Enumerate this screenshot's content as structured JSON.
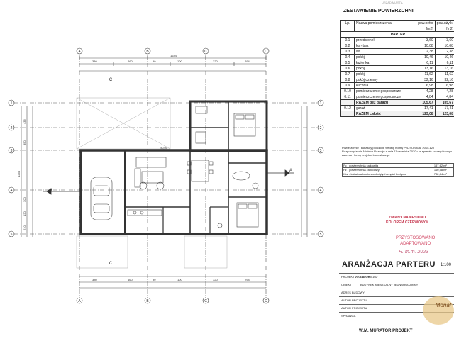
{
  "summary": {
    "title": "ZESTAWIENIE POWIERZCHNI",
    "stamp_top": "URZĄD MIASTA",
    "col_lp": "Lp.",
    "col_name": "Nazwa pomieszczenia",
    "col_netto": "pow.netto",
    "col_uzytkowa": "pow.użytk.",
    "unit_netto": "[m2]",
    "unit_uzytkowa": "[m2]",
    "section": "PARTER",
    "rooms": [
      {
        "no": "0.1",
        "name": "przedsionek",
        "netto": "3,60",
        "uzyt": "3,60"
      },
      {
        "no": "0.2",
        "name": "korytarz",
        "netto": "10,08",
        "uzyt": "10,08"
      },
      {
        "no": "0.3",
        "name": "wc",
        "netto": "2,38",
        "uzyt": "2,38"
      },
      {
        "no": "0.4",
        "name": "pokój",
        "netto": "10,46",
        "uzyt": "10,46"
      },
      {
        "no": "0.5",
        "name": "łazienka",
        "netto": "6,11",
        "uzyt": "6,11"
      },
      {
        "no": "0.6",
        "name": "pokój",
        "netto": "13,16",
        "uzyt": "13,16"
      },
      {
        "no": "0.7",
        "name": "pokój",
        "netto": "11,62",
        "uzyt": "11,62"
      },
      {
        "no": "0.8",
        "name": "pokój dzienny",
        "netto": "32,16",
        "uzyt": "32,16"
      },
      {
        "no": "0.9",
        "name": "kuchnia",
        "netto": "6,98",
        "uzyt": "6,98"
      },
      {
        "no": "0.10",
        "name": "pomieszczenie gospodarcze",
        "netto": "4,28",
        "uzyt": "4,28"
      },
      {
        "no": "0.11",
        "name": "pomieszczenie gospodarcze",
        "netto": "4,84",
        "uzyt": "4,84"
      }
    ],
    "sum1_label": "RAZEM bez garażu",
    "sum1_netto": "105,67",
    "sum1_uzyt": "105,67",
    "garage": {
      "no": "0.12",
      "name": "garaż",
      "netto": "17,41",
      "uzyt": "17,41"
    },
    "sum2_label": "RAZEM całość",
    "sum2_netto": "123,08",
    "sum2_uzyt": "123,08"
  },
  "notes": "Powierzchnie i kubatury policzone według normy PN-ISO 9836: 2015-12 i Rozporządzenia Ministra Rozwoju z dnia 11 września 2020 r. w sprawie szczegółowego zakresu i formy projektu budowlanego",
  "areas": [
    {
      "label": "Pc - powierzchnia całkowita",
      "value": "157,62 m²"
    },
    {
      "label": "Pz - powierzchnia zabudowy",
      "value": "160,58 m²"
    },
    {
      "label": "Kbz - kubatura brutto zamkniętych części budynku",
      "value": "732,84 m³"
    }
  ],
  "stamps": {
    "changes_line1": "ZMIANY NANIESIONO",
    "changes_line2": "KOLOREM CZERWONYM",
    "adapted_line1": "PRZYSTOSOWANO",
    "adapted_line2": "ADAPTOWANO",
    "signature": "R. m.m. 2023"
  },
  "title_block": {
    "title": "ARANŻACJA PARTERU",
    "scale": "1:100",
    "rows": [
      {
        "label": "PROJEKT WARIATOR",
        "value": "Dom \"Ko 102\""
      },
      {
        "label": "OBIEKT",
        "value": "BUDYNEK MIESZKALNY JEDNORODZINNY"
      },
      {
        "label": "ADRES BUDOWY",
        "value": ""
      },
      {
        "label": "AUTOR PROJEKTU",
        "value": ""
      },
      {
        "label": "AUTOR PROJEKTU",
        "value": ""
      },
      {
        "label": "SPRAWDZ.",
        "value": ""
      }
    ],
    "footer": "W.M. MURATOR PROJEKT",
    "logo": "Monaf"
  },
  "plan": {
    "axes_top": [
      "A",
      "B",
      "C",
      "D"
    ],
    "axes_bottom": [
      "A",
      "B",
      "C",
      "D"
    ],
    "axes_side": [
      "1",
      "2",
      "3",
      "4",
      "5"
    ],
    "section_marks": [
      "C",
      "C",
      "A",
      "A"
    ],
    "dim_total": "1644",
    "dims_top": [
      "380",
      "460",
      "90",
      "100",
      "320",
      "294"
    ],
    "dims_bottom": [
      "380",
      "460",
      "90",
      "100",
      "320",
      "294"
    ],
    "dims_side_left": [
      "436",
      "350",
      "1264",
      "300",
      "120",
      "210"
    ],
    "level": "±0,00"
  }
}
